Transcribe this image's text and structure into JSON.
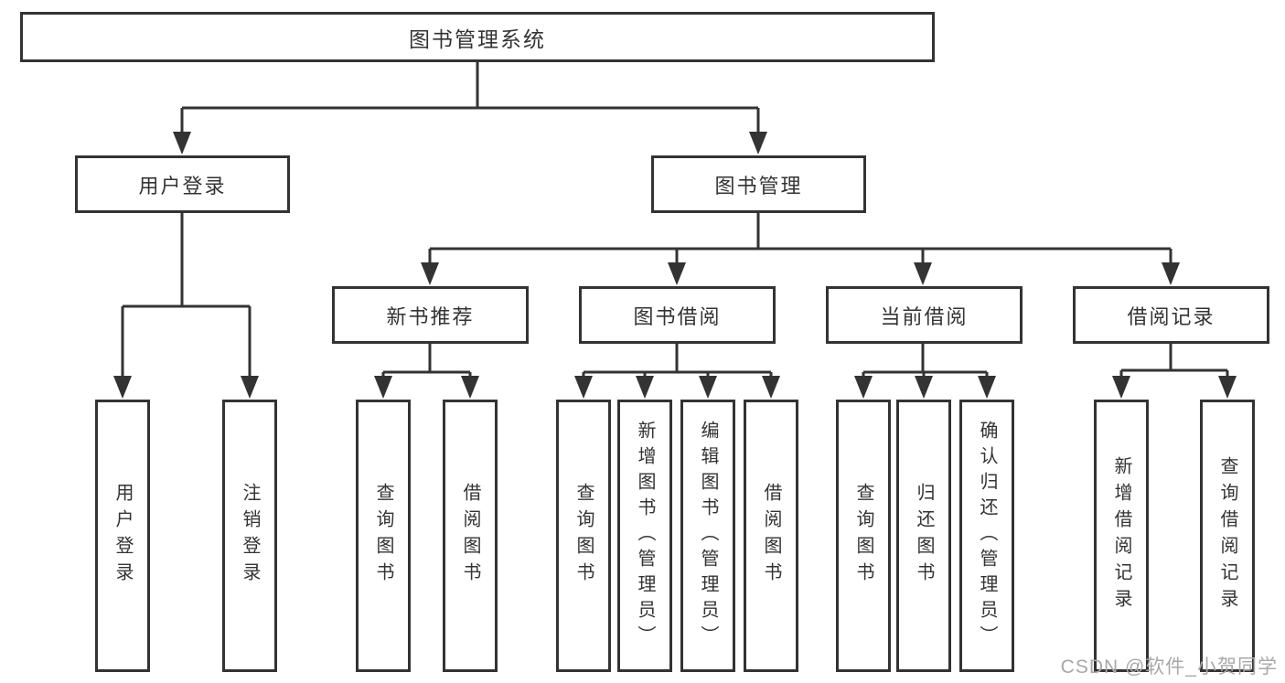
{
  "diagram": {
    "type": "hierarchy-flowchart",
    "tree": {
      "root": {
        "label": "图书管理系统",
        "children": [
          {
            "label": "用户登录",
            "children": [
              {
                "label": "用户登录"
              },
              {
                "label": "注销登录"
              }
            ]
          },
          {
            "label": "图书管理",
            "children": [
              {
                "label": "新书推荐",
                "children": [
                  {
                    "label": "查询图书"
                  },
                  {
                    "label": "借阅图书"
                  }
                ]
              },
              {
                "label": "图书借阅",
                "children": [
                  {
                    "label": "查询图书"
                  },
                  {
                    "label": "新增图书（管理员）"
                  },
                  {
                    "label": "编辑图书（管理员）"
                  },
                  {
                    "label": "借阅图书"
                  }
                ]
              },
              {
                "label": "当前借阅",
                "children": [
                  {
                    "label": "查询图书"
                  },
                  {
                    "label": "归还图书"
                  },
                  {
                    "label": "确认归还（管理员）"
                  }
                ]
              },
              {
                "label": "借阅记录",
                "children": [
                  {
                    "label": "新增借阅记录"
                  },
                  {
                    "label": "查询借阅记录"
                  }
                ]
              }
            ]
          }
        ]
      }
    }
  },
  "watermark": "CSDN @软件_小贺同学",
  "colors": {
    "line": "#333333",
    "text": "#333333",
    "watermark_color": "#a8a8a8",
    "background": "#ffffff"
  }
}
